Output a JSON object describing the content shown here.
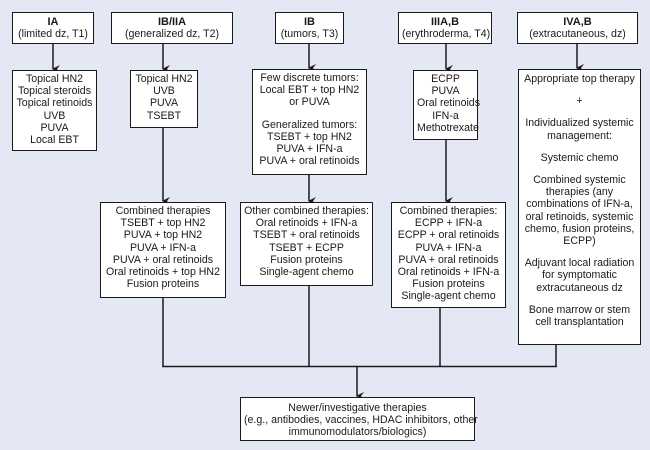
{
  "stages": [
    {
      "id": "ia",
      "title": "IA",
      "subtitle": "(limited dz, T1)",
      "first_line": [
        "Topical HN2",
        "Topical steroids",
        "Topical retinoids",
        "UVB",
        "PUVA",
        "Local EBT"
      ]
    },
    {
      "id": "ib-iia",
      "title": "IB/IIA",
      "subtitle": "(generalized dz, T2)",
      "first_line": [
        "Topical HN2",
        "UVB",
        "PUVA",
        "TSEBT"
      ],
      "second_line": [
        "Combined therapies",
        "TSEBT + top HN2",
        "PUVA + top HN2",
        "PUVA + IFN-a",
        "PUVA + oral retinoids",
        "Oral retinoids + top HN2",
        "Fusion proteins"
      ]
    },
    {
      "id": "ib",
      "title": "IB",
      "subtitle": "(tumors, T3)",
      "first_line_groups": [
        [
          "Few discrete tumors:",
          "Local EBT + top HN2",
          "or PUVA"
        ],
        [
          "Generalized tumors:",
          "TSEBT + top HN2",
          "PUVA + IFN-a",
          "PUVA + oral retinoids"
        ]
      ],
      "second_line": [
        "Other combined therapies:",
        "Oral retinoids + IFN-a",
        "TSEBT + oral retinoids",
        "TSEBT + ECPP",
        "Fusion proteins",
        "Single-agent chemo"
      ]
    },
    {
      "id": "iiia-b",
      "title": "IIIA,B",
      "subtitle": "(erythroderma, T4)",
      "first_line": [
        "ECPP",
        "PUVA",
        "Oral retinoids",
        "IFN-a",
        "Methotrexate"
      ],
      "second_line": [
        "Combined therapies:",
        "ECPP + IFN-a",
        "ECPP + oral retinoids",
        "PUVA + IFN-a",
        "PUVA + oral retinoids",
        "Oral retinoids + IFN-a",
        "Fusion proteins",
        "Single-agent chemo"
      ]
    },
    {
      "id": "iva-b",
      "title": "IVA,B",
      "subtitle": "(extracutaneous, dz)",
      "first_line_groups": [
        [
          "Appropriate top therapy"
        ],
        [
          "+"
        ],
        [
          "Individualized systemic",
          "management:"
        ],
        [
          "Systemic chemo"
        ],
        [
          "Combined systemic",
          "therapies (any",
          "combinations of IFN-a,",
          "oral retinoids, systemic",
          "chemo, fusion proteins,",
          "ECPP)"
        ],
        [
          "Adjuvant local radiation",
          "for symptomatic",
          "extracutaneous dz"
        ],
        [
          "Bone marrow or stem",
          "cell transplantation"
        ]
      ]
    }
  ],
  "final": {
    "lines": [
      "Newer/investigative therapies",
      "(e.g., antibodies, vaccines, HDAC inhibitors, other",
      "immunomodulators/biologics)"
    ]
  }
}
